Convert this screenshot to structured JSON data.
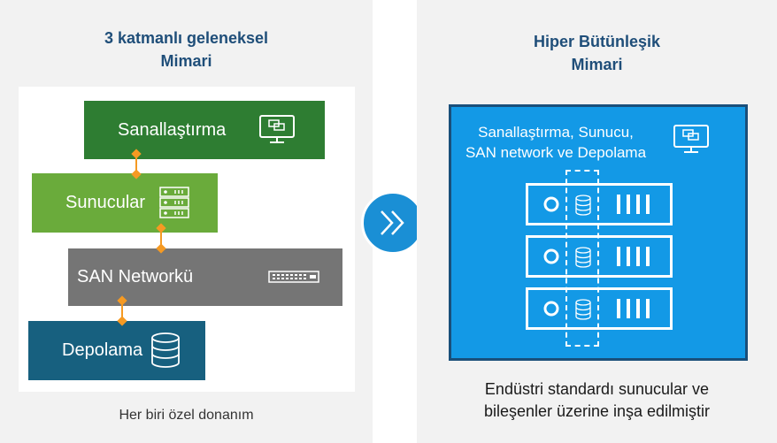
{
  "left": {
    "title_line1": "3 katmanlı geleneksel",
    "title_line2": "Mimari",
    "layers": [
      {
        "label": "Sanallaştırma",
        "icon": "monitor-icon",
        "color": "#2e7d32"
      },
      {
        "label": "Sunucular",
        "icon": "server-rack-icon",
        "color": "#6aab3b"
      },
      {
        "label": "SAN Networkü",
        "icon": "network-switch-icon",
        "color": "#757575"
      },
      {
        "label": "Depolama",
        "icon": "database-icon",
        "color": "#17607f"
      }
    ],
    "caption": "Her biri özel donanım"
  },
  "right": {
    "title_line1": "Hiper Bütünleşik",
    "title_line2": "Mimari",
    "box_label_line1": "Sanallaştırma, Sunucu,",
    "box_label_line2": "SAN network ve Depolama",
    "box_icon": "monitor-icon",
    "server_count": 3,
    "caption_line1": "Endüstri standardı sunucular ve",
    "caption_line2": "bileşenler üzerine inşa edilmiştir"
  },
  "center_icon": "chevron-double-right-icon",
  "colors": {
    "accent_orange": "#f59a23",
    "hci_blue": "#1399e6",
    "title_blue": "#1f4e79"
  }
}
